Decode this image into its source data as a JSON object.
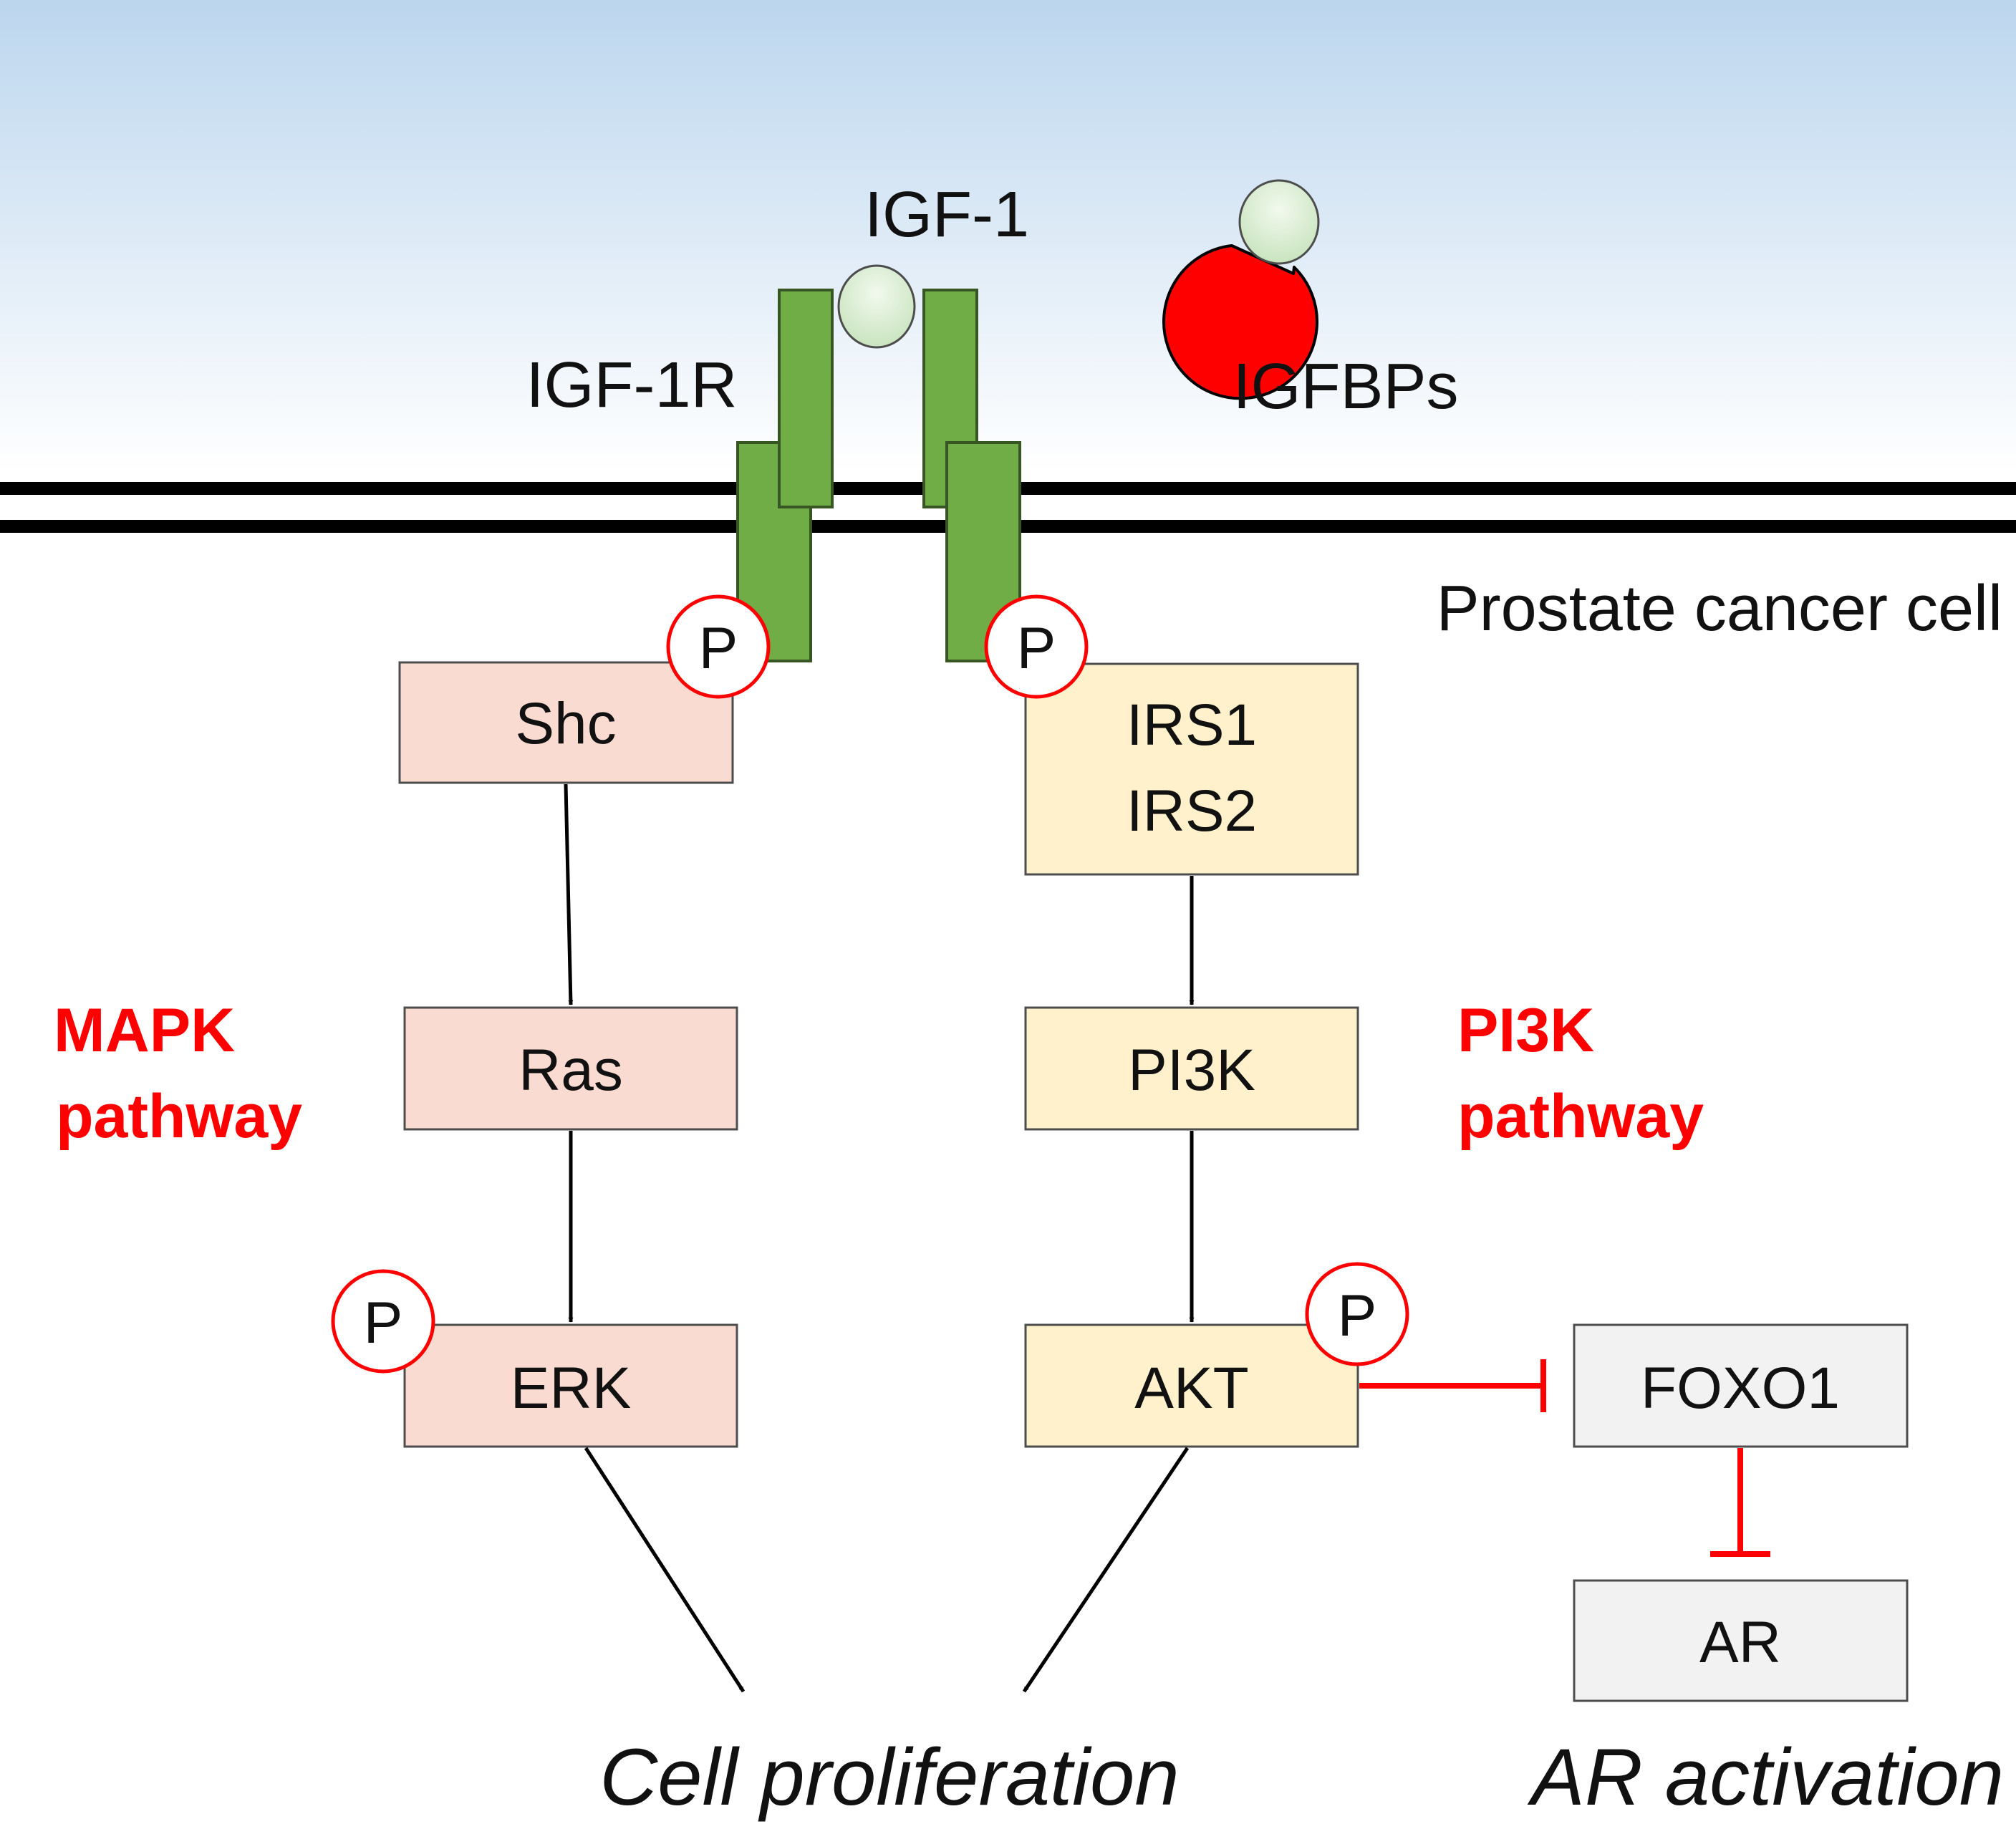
{
  "colors": {
    "extracellular_top": "#bcd6ee",
    "extracellular_bottom": "#ffffff",
    "receptor": "#70ad47",
    "receptor_stroke": "#375623",
    "ligand": "#c9e4bf",
    "igfbp": "#ff0000",
    "mapk_box": "#fadbd2",
    "pi3k_box": "#fff1cc",
    "grey_box": "#f2f2f2",
    "pathway_text": "#ff0000",
    "inhibit_line": "#ff0000",
    "arrow": "#000000"
  },
  "extracellular": {
    "igf1_label": "IGF-1",
    "igf1r_label": "IGF-1R",
    "igfbps_label": "IGFBPs"
  },
  "cell": {
    "label": "Prostate cancer cell"
  },
  "phospho": {
    "label": "P"
  },
  "mapk": {
    "title_line1": "MAPK",
    "title_line2": "pathway",
    "shc": "Shc",
    "ras": "Ras",
    "erk": "ERK"
  },
  "pi3k": {
    "title_line1": "PI3K",
    "title_line2": "pathway",
    "irs_line1": "IRS1",
    "irs_line2": "IRS2",
    "pi3k": "PI3K",
    "akt": "AKT"
  },
  "ar_branch": {
    "foxo1": "FOXO1",
    "ar": "AR"
  },
  "outcomes": {
    "cell_proliferation": "Cell proliferation",
    "ar_activation": "AR activation"
  }
}
